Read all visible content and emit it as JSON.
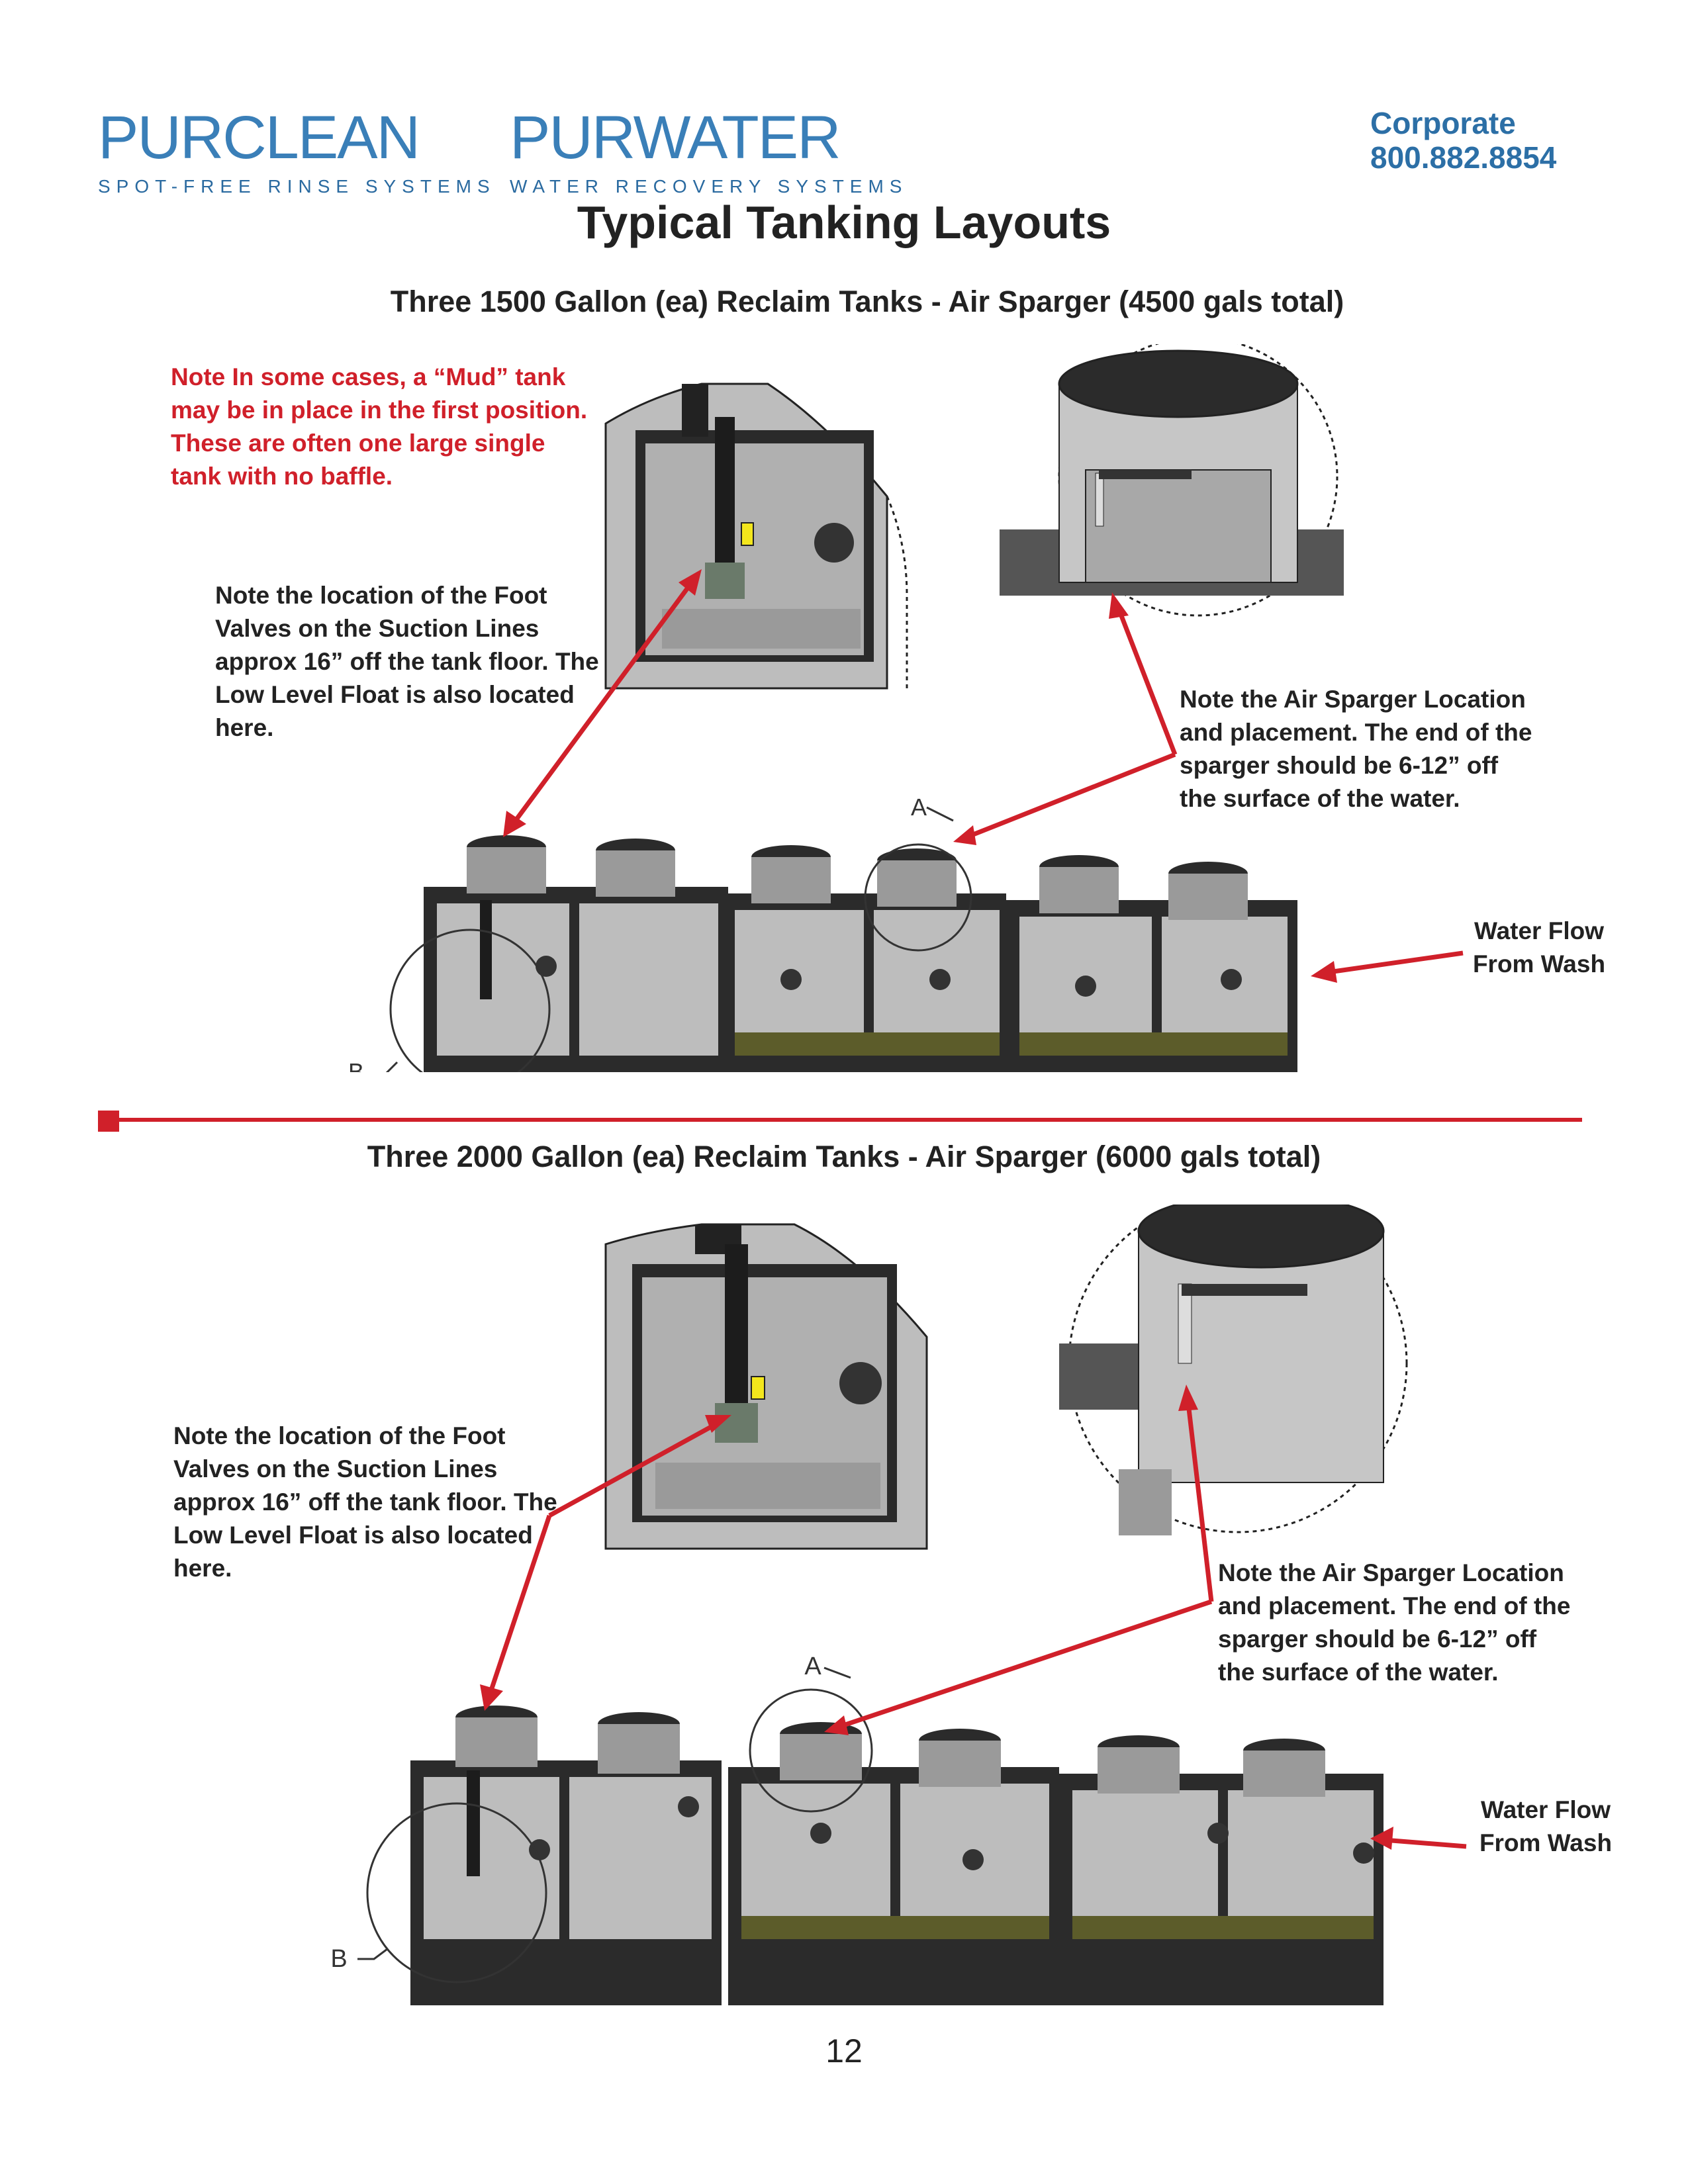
{
  "header": {
    "logo1": {
      "word": "PURCLEAN",
      "tagline": "SPOT-FREE RINSE SYSTEMS"
    },
    "logo2": {
      "word": "PURWATER",
      "tagline": "WATER RECOVERY SYSTEMS"
    },
    "corporate_label": "Corporate",
    "corporate_phone": "800.882.8854"
  },
  "page_title": "Typical Tanking Layouts",
  "sections": [
    {
      "subtitle": "Three 1500 Gallon (ea) Reclaim Tanks - Air Sparger (4500 gals total)",
      "mud_note": "Note In some cases, a “Mud” tank may be in place in the first position. These are often one large single tank with no baffle.",
      "foot_note": "Note the location of the Foot Valves on the Suction Lines approx 16” off the tank floor. The Low Level Float is also located here.",
      "sparger_note": "Note the Air Sparger Location and placement. The end of the sparger should be 6-12” off the surface of the water.",
      "flow_label": "Water Flow From Wash",
      "callout_a": "A",
      "callout_b": "B"
    },
    {
      "subtitle": "Three 2000 Gallon (ea) Reclaim Tanks - Air Sparger (6000 gals total)",
      "foot_note": "Note the location of the Foot Valves on the Suction Lines approx 16” off the tank floor. The Low Level Float is also located here.",
      "sparger_note": "Note the Air Sparger Location and placement. The end of the sparger should be 6-12” off the surface of the water.",
      "flow_label": "Water Flow From Wash",
      "callout_a": "A",
      "callout_b": "B"
    }
  ],
  "page_number": "12",
  "colors": {
    "accent_red": "#d0202a",
    "brand_blue": "#3a7fb8"
  }
}
